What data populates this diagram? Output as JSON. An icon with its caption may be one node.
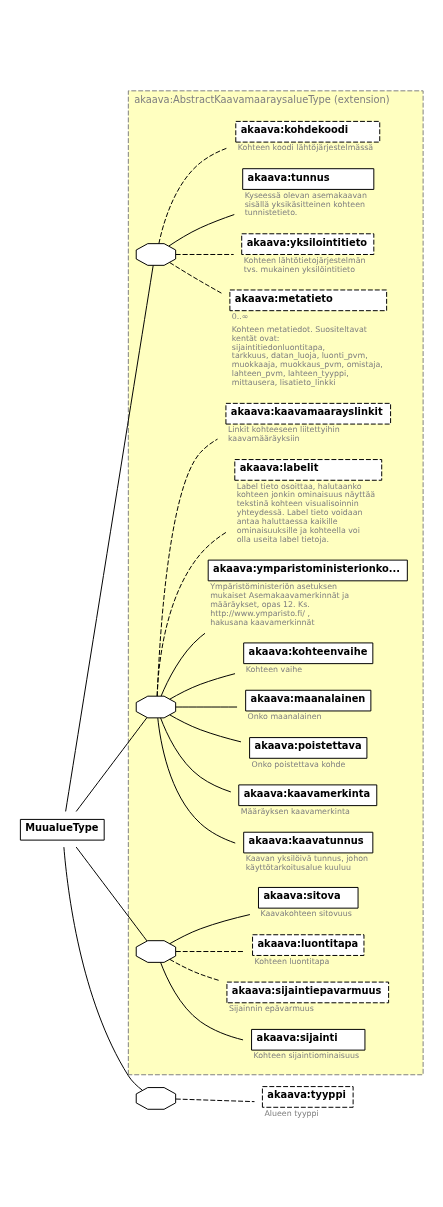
{
  "diagram": {
    "nodes": [
      {
        "text": [
          "MuualueType"
        ]
      },
      {
        "text": [
          "akaava:AbstractKaavamaaraysalueType (extension)"
        ]
      },
      {
        "text": [],
        "shape": "octagon",
        "in": 1
      },
      {
        "text": [
          "akaava:metatieto"
        ],
        "in": 1,
        "beside": [
          "0..∞",
          "Kohteen metatiedot. Suositeltavat kentät ovat: sijaintitiedonluontitapa, tarkkuus, datan_luoja, luonti_pvm, muokkaaja, muokkaus_pvm, omistaja, lahteen_pvm, lahteen_tyyppi, mittausera, lisatieto_linkki"
        ]
      },
      {
        "text": [
          "akaava:yksilointitieto"
        ],
        "in": 1,
        "beside": [
          "Kohteen lähtötietojärjestelmän tvs. mukainen yksilöintitieto"
        ]
      },
      {
        "text": [
          "akaava:tunnus"
        ],
        "in": 1,
        "beside": [
          "Kyseessä olevan asemakaavan sisällä yksikäsitteinen kohteen tunnistetieto."
        ]
      },
      {
        "text": [
          "akaava:kohdekoodi"
        ],
        "in": 1,
        "beside": [
          "Kohteen koodi lähtöjärjestelmässä"
        ]
      },
      {
        "text": [],
        "shape": "octagon",
        "in": 1
      },
      {
        "text": [
          "akaava:kaavatunnus"
        ],
        "in": 1,
        "beside": [
          "Kaavan yksilöivä tunnus, johon käyttötarkoitusalue kuuluu"
        ]
      },
      {
        "text": [
          "akaava:kaavamerkinta"
        ],
        "in": 1,
        "beside": [
          "Määräyksen kaavamerkinta"
        ]
      },
      {
        "text": [
          "akaava:poistettava"
        ],
        "in": 1,
        "beside": [
          "Onko poistettava kohde"
        ]
      },
      {
        "text": [
          "akaava:maanalainen"
        ],
        "in": 1,
        "beside": [
          "Onko maanalainen"
        ]
      },
      {
        "text": [
          "akaava:kohteenvaihe"
        ],
        "in": 1,
        "beside": [
          "Kohteen vaihe"
        ]
      },
      {
        "text": [
          "akaava:ymparistoministerionko..."
        ],
        "in": 1,
        "beside": [
          "Ympäristöministeriön asetuksen mukaiset Asemakaavamerkinnät ja määräykset, opas 12. Ks. http://www.ymparisto.fi/ , hakusana kaavamerkinnät"
        ]
      },
      {
        "text": [
          "akaava:labelit"
        ],
        "in": 1,
        "beside": [
          "Label tieto osoittaa, halutaanko kohteen jonkin ominaisuus näyttää tekstinä kohteen visualisoinnin yhteydessä. Label tieto voidaan antaa haluttaessa kaikille ominaisuuksille ja kohteella voi olla useita label tietoja."
        ]
      },
      {
        "text": [
          "akaava:kaavamaarayslinkit"
        ],
        "in": 1,
        "beside": [
          "Linkit kohteeseen liitettyihin kaavamääräyksiin"
        ]
      },
      {
        "text": [],
        "shape": "octagon",
        "in": 1
      },
      {
        "text": [
          "akaava:sijainti"
        ],
        "in": 1,
        "beside": [
          "Kohteen sijaintiominaisuus"
        ]
      },
      {
        "text": [
          "akaava:sijaintiepavarmuus"
        ],
        "in": 1,
        "beside": [
          "Sijainnin epävarmuus"
        ]
      },
      {
        "text": [
          "akaava:luontitapa"
        ],
        "in": 1,
        "beside": [
          "Kohteen luontitapa"
        ]
      },
      {
        "text": [
          "akaava:sitova"
        ],
        "in": 1,
        "beside": [
          "Kaavakohteen sitovuus"
        ]
      },
      {
        "text": [],
        "shape": "octagon"
      },
      {
        "text": [
          "akaava:tyyppi"
        ],
        "beside": [
          "Alueen tyyppi"
        ]
      }
    ],
    "edges": [
      {
        "from": 0,
        "to": 2,
        "arrow": "none"
      },
      {
        "from": 2,
        "to": 3,
        "arrow": "none",
        "style": "dashed"
      },
      {
        "from": 2,
        "to": 4,
        "arrow": "none",
        "style": "dashed"
      },
      {
        "from": 2,
        "to": 5,
        "arrow": "none"
      },
      {
        "from": 2,
        "to": 6,
        "arrow": "none",
        "style": "dashed"
      },
      {
        "from": 0,
        "to": 7,
        "arrow": "none"
      },
      {
        "from": 7,
        "to": 8,
        "arrow": "none"
      },
      {
        "from": 7,
        "to": 9,
        "arrow": "none"
      },
      {
        "from": 7,
        "to": 10,
        "arrow": "none"
      },
      {
        "from": 7,
        "to": 11,
        "arrow": "none"
      },
      {
        "from": 7,
        "to": 12,
        "arrow": "none"
      },
      {
        "from": 7,
        "to": 13,
        "arrow": "none"
      },
      {
        "from": 7,
        "to": 14,
        "arrow": "none",
        "style": "dashed"
      },
      {
        "from": 7,
        "to": 15,
        "arrow": "none",
        "style": "dashed"
      },
      {
        "from": 0,
        "to": 16,
        "arrow": "none"
      },
      {
        "from": 16,
        "to": 17,
        "arrow": "none"
      },
      {
        "from": 16,
        "to": 18,
        "arrow": "none",
        "style": "dashed"
      },
      {
        "from": 16,
        "to": 19,
        "arrow": "none",
        "style": "dashed"
      },
      {
        "from": 16,
        "to": 20,
        "arrow": "none"
      },
      {
        "from": 0,
        "to": 21,
        "arrow": "none"
      },
      {
        "from": 21,
        "to": 22,
        "arrow": "none",
        "style": "dashed"
      }
    ]
  }
}
